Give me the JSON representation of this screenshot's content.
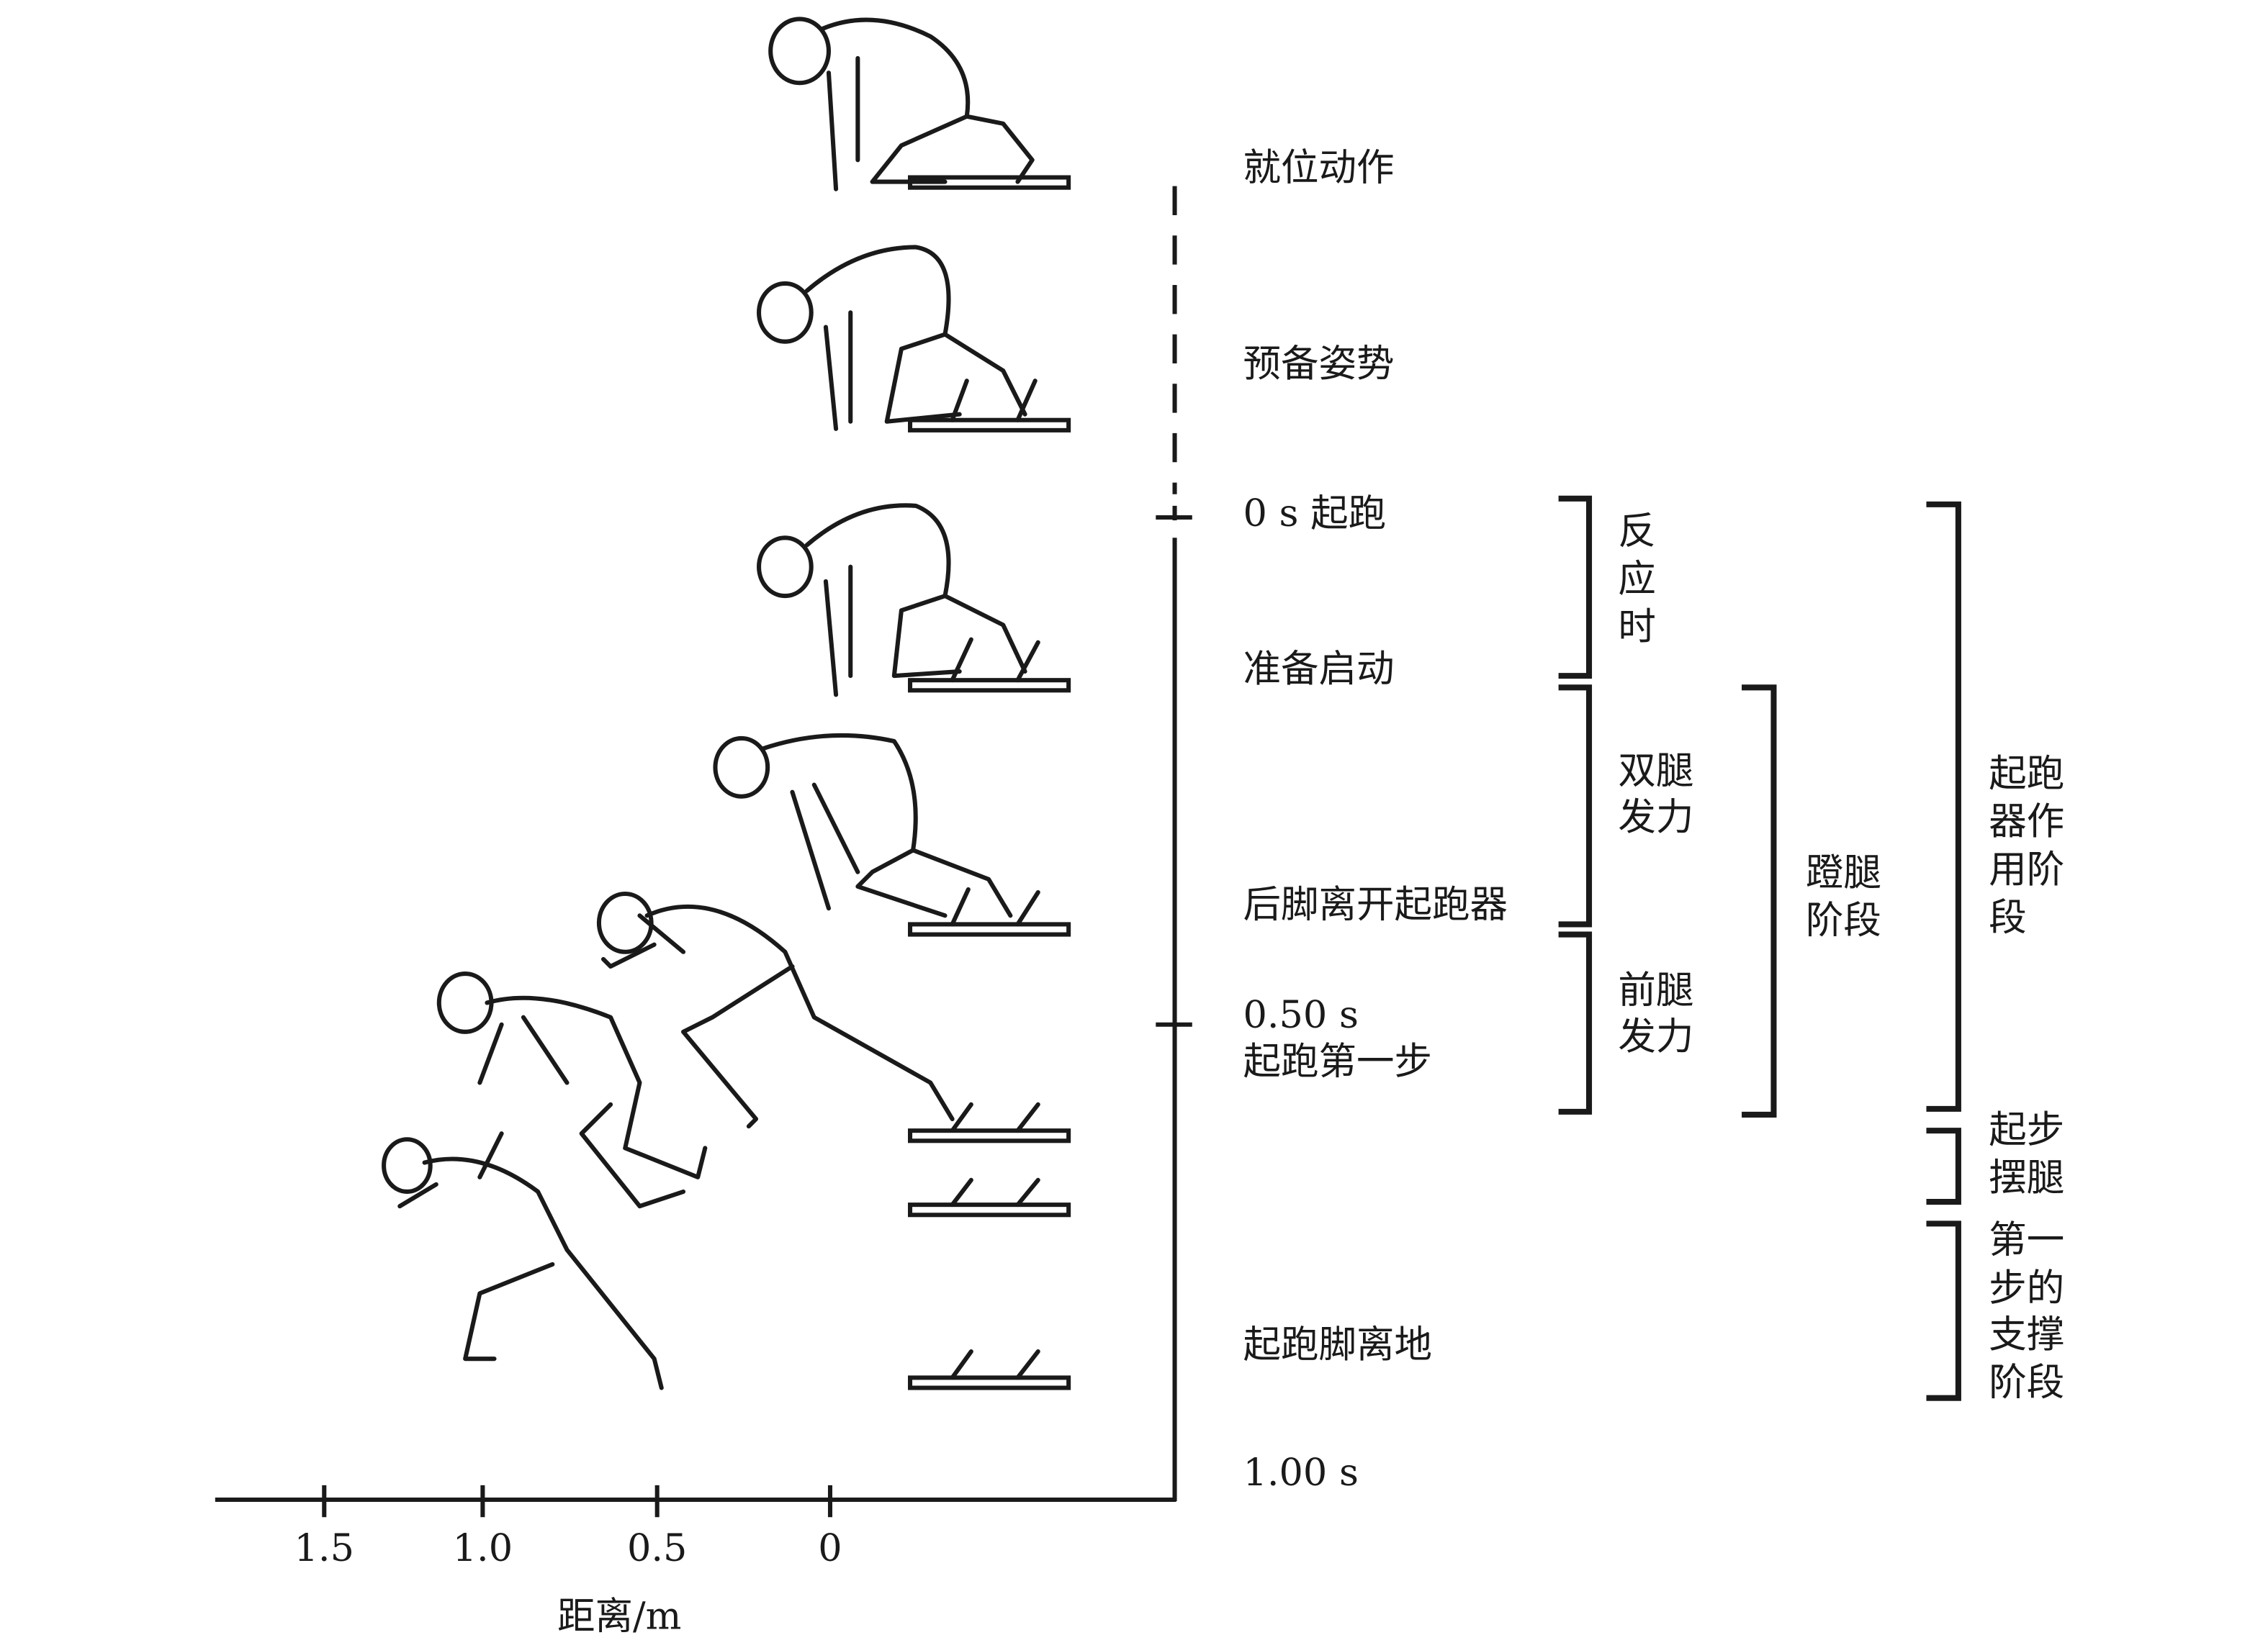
{
  "stage_labels": {
    "on_your_marks": "就位动作",
    "set": "预备姿势",
    "start_time": "0 s 起跑",
    "prepare_start": "准备启动",
    "rear_foot_leaves": "后脚离开起跑器",
    "half_time": "0.50 s",
    "first_step": "起跑第一步",
    "start_foot_off": "起跑脚离地",
    "end_time": "1.00 s"
  },
  "phase_brackets": {
    "reaction_time": [
      "反",
      "应",
      "时"
    ],
    "both_legs_force": [
      "双腿",
      "发力"
    ],
    "front_leg_force": [
      "前腿",
      "发力"
    ],
    "push_phase": [
      "蹬腿",
      "阶段"
    ],
    "block_phase": [
      "起跑",
      "器作",
      "用阶",
      "段"
    ],
    "swing_phase": [
      "起步",
      "摆腿"
    ],
    "support_phase": [
      "第一",
      "步的",
      "支撑",
      "阶段"
    ]
  },
  "distance_axis": {
    "label": "距离/m",
    "ticks": [
      "1.5",
      "1.0",
      "0.5",
      "0"
    ]
  }
}
